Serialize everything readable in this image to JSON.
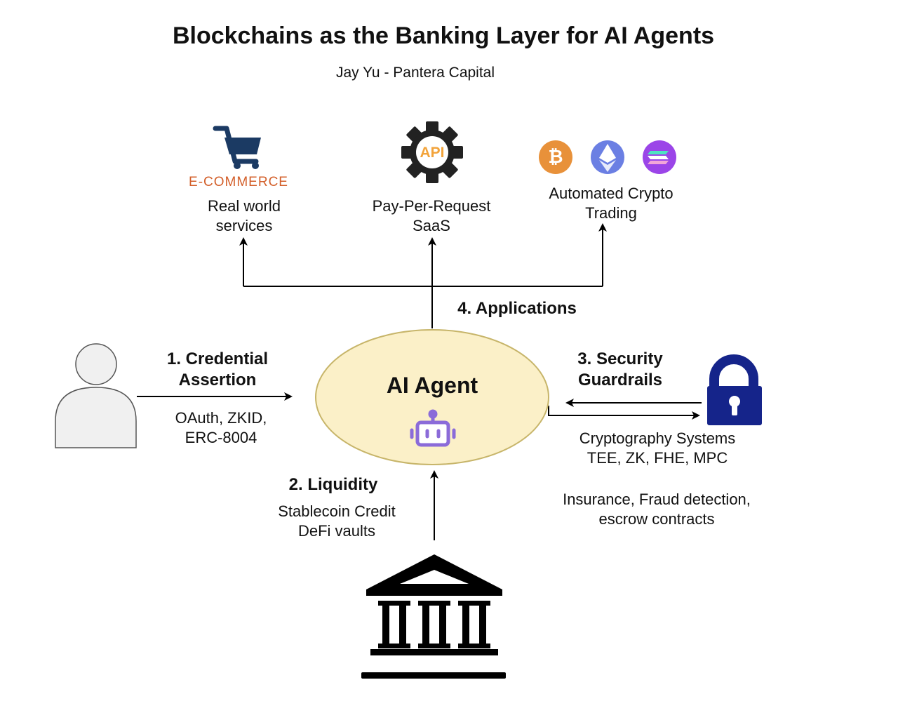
{
  "title": "Blockchains as the Banking Layer for AI Agents",
  "author": "Jay Yu - Pantera Capital",
  "applications": {
    "header": "4. Applications",
    "ecommerce": {
      "logo_text": "E-COMMERCE",
      "label_line1": "Real world",
      "label_line2": "services",
      "icon": "shopping-cart-icon",
      "logo_color": "#d35f2a",
      "cart_color": "#1b3a63"
    },
    "api": {
      "logo_text": "API",
      "label_line1": "Pay-Per-Request",
      "label_line2": "SaaS",
      "icon": "api-gear-icon",
      "gear_color": "#222222",
      "text_color": "#f2a33a"
    },
    "crypto": {
      "label_line1": "Automated Crypto",
      "label_line2": "Trading",
      "coins": [
        {
          "icon": "bitcoin-icon",
          "symbol": "₿",
          "color": "#e8913a"
        },
        {
          "icon": "ethereum-icon",
          "color": "#6b7fe3"
        },
        {
          "icon": "solana-icon",
          "color": "#9b45e8"
        }
      ]
    }
  },
  "credential": {
    "header_line1": "1. Credential",
    "header_line2": "Assertion",
    "detail_line1": "OAuth, ZKID,",
    "detail_line2": "ERC-8004",
    "icon": "person-icon"
  },
  "agent": {
    "title": "AI Agent",
    "icon": "robot-icon",
    "fill_color": "#fbf0c8",
    "border_color": "#c7b56a",
    "robot_color": "#8b6bd9"
  },
  "liquidity": {
    "header": "2. Liquidity",
    "detail_line1": "Stablecoin Credit",
    "detail_line2": "DeFi vaults",
    "icon": "bank-icon"
  },
  "security": {
    "header_line1": "3. Security",
    "header_line2": "Guardrails",
    "detail_line1": "Cryptography Systems",
    "detail_line2": "TEE, ZK, FHE, MPC",
    "extra_line1": "Insurance, Fraud detection,",
    "extra_line2": "escrow contracts",
    "icon": "padlock-icon",
    "lock_color": "#15248a"
  }
}
